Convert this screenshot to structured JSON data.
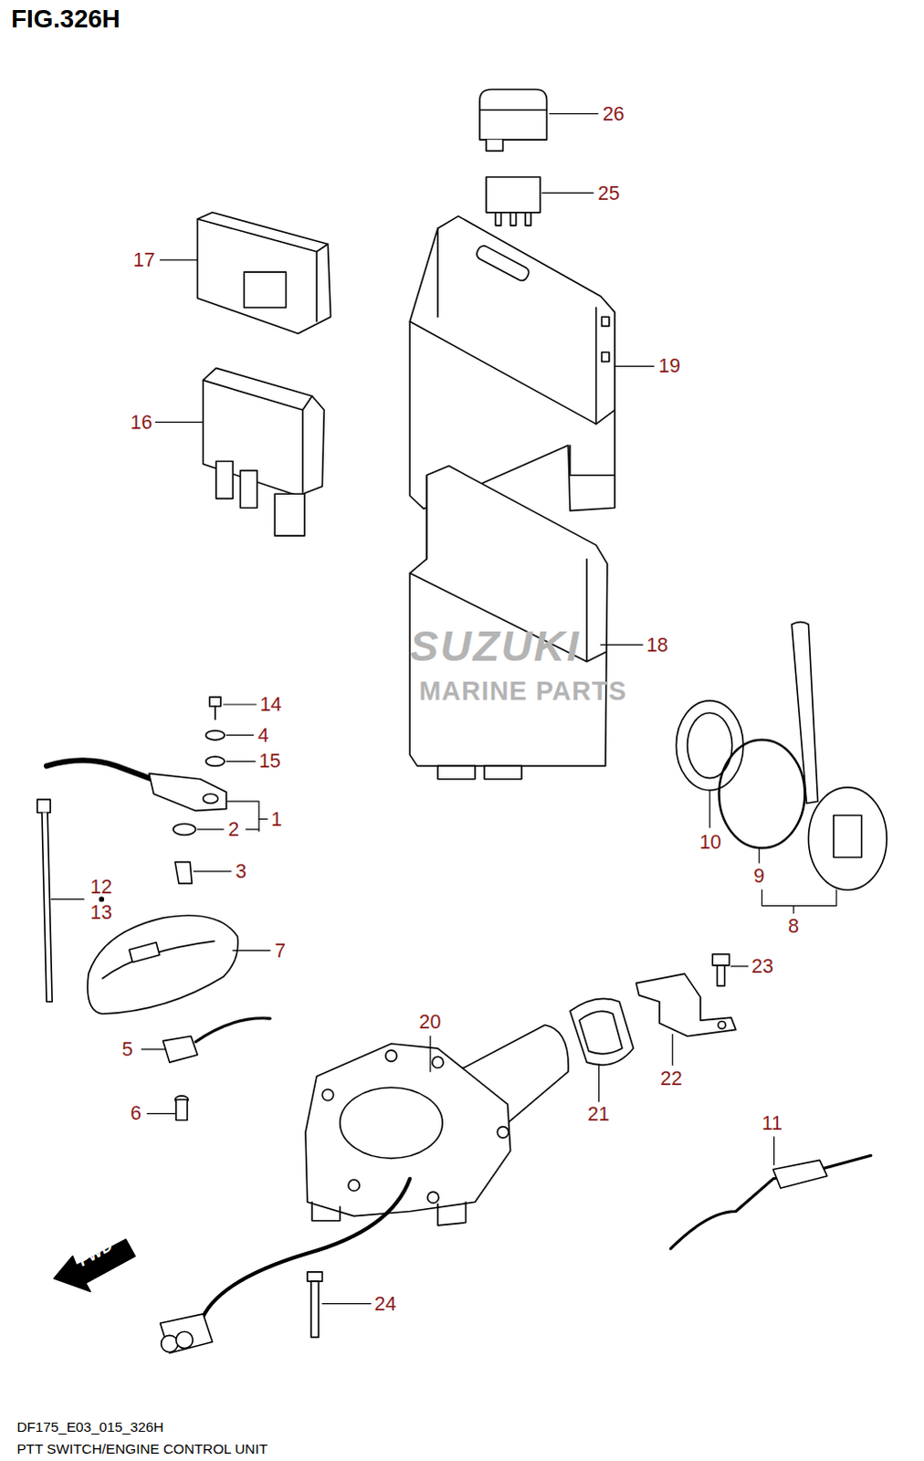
{
  "diagram": {
    "title": "FIG.326H",
    "caption": "PTT SWITCH/ENGINE CONTROL UNIT",
    "labels": [
      "26",
      "25",
      "17",
      "19",
      "16",
      "18",
      "14",
      "4",
      "15",
      "1",
      "2",
      "3",
      "12",
      "13",
      "7",
      "10",
      "9",
      "8",
      "23",
      "20",
      "22",
      "21",
      "5",
      "6",
      "11",
      "24",
      "FWD",
      "SUZUKI",
      "MARINE PARTS",
      "DF175_E03_015_326H"
    ]
  }
}
